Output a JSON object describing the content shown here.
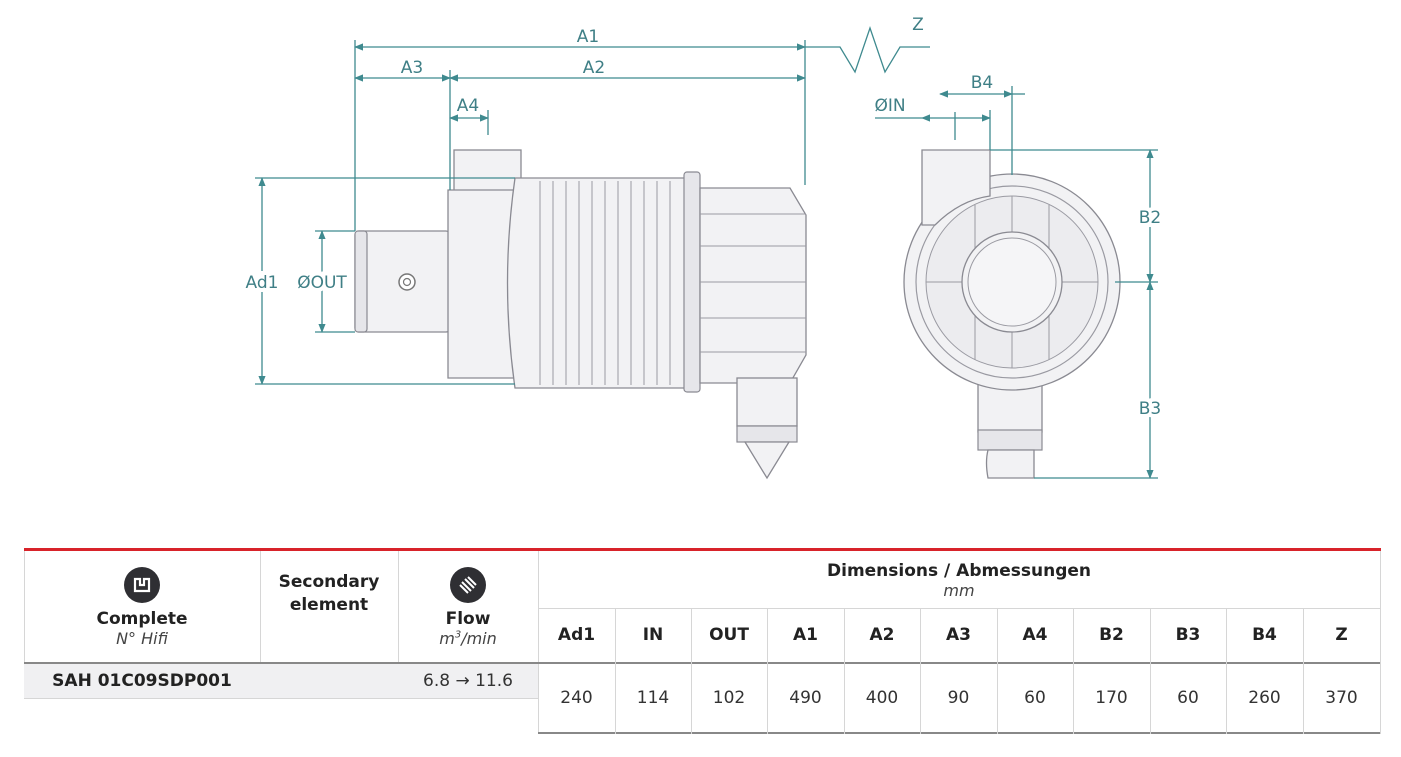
{
  "drawing": {
    "labels": {
      "a1": "A1",
      "a2": "A2",
      "a3": "A3",
      "a4": "A4",
      "z": "Z",
      "ad1": "Ad1",
      "out": "ØOUT",
      "in": "ØIN",
      "b4": "B4",
      "b2": "B2",
      "b3": "B3"
    }
  },
  "table": {
    "complete_label": "Complete",
    "complete_sub": "N° Hifi",
    "secondary_label": "Secondary element",
    "flow_label": "Flow",
    "flow_unit_base": "m",
    "flow_unit_exp": "3",
    "flow_unit_tail": "/min",
    "dimensions_title": "Dimensions / Abmessungen",
    "dimensions_unit": "mm",
    "columns": [
      "Ad1",
      "IN",
      "OUT",
      "A1",
      "A2",
      "A3",
      "A4",
      "B2",
      "B3",
      "B4",
      "Z"
    ],
    "row": {
      "part_number": "SAH 01C09SDP001",
      "secondary": "",
      "flow": "6.8 → 11.6",
      "values": [
        "240",
        "114",
        "102",
        "490",
        "400",
        "90",
        "60",
        "170",
        "60",
        "260",
        "370"
      ]
    },
    "colors": {
      "accent_red": "#d8232a",
      "icon_dark": "#2f2f33"
    }
  }
}
